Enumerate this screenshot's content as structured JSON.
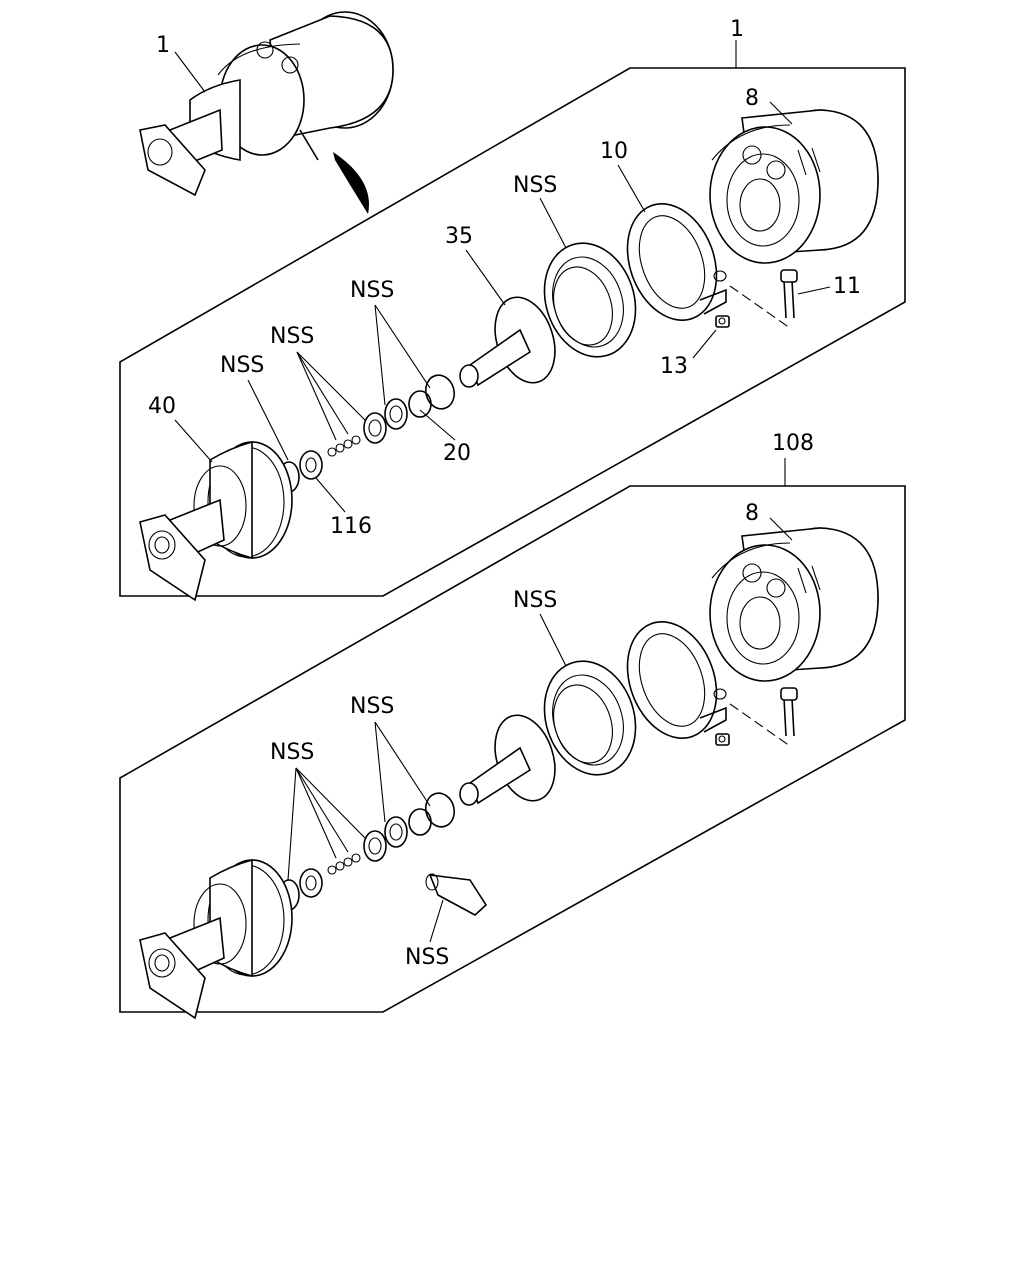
{
  "top_assembly": {
    "callout": "1"
  },
  "panel_a": {
    "callout": "1",
    "labels": {
      "part_8": "8",
      "part_10": "10",
      "part_nss_seal": "NSS",
      "part_35": "35",
      "part_nss_orings": "NSS",
      "part_nss_balls": "NSS",
      "part_nss_ring": "NSS",
      "part_40": "40",
      "part_20": "20",
      "part_116": "116",
      "part_11": "11",
      "part_13": "13"
    }
  },
  "panel_b": {
    "callout": "108",
    "labels": {
      "part_8": "8",
      "part_nss_seal": "NSS",
      "part_nss_orings": "NSS",
      "part_nss_balls": "NSS",
      "part_nss_tool": "NSS"
    }
  }
}
